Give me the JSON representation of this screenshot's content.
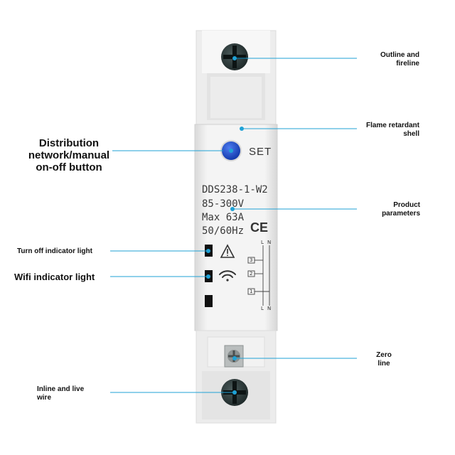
{
  "device": {
    "set_label": "SET",
    "model": "DDS238-1-W2",
    "voltage": "85-300V",
    "max_current": "Max 63A",
    "frequency": "50/60Hz",
    "mark": "CE",
    "terminal_numbers": [
      "3",
      "2",
      "1"
    ],
    "terminal_letters": [
      "L",
      "N",
      "L",
      "N"
    ]
  },
  "callouts": {
    "outline_fireline": [
      "Outline and",
      "fireline"
    ],
    "flame_shell": [
      "Flame retardant",
      "shell"
    ],
    "distribution_button": [
      "Distribution",
      "network/manual",
      "on-off button"
    ],
    "product_parameters": [
      "Product",
      "parameters"
    ],
    "turn_off_indicator": "Turn off indicator light",
    "wifi_indicator": "Wifi indicator light",
    "zero_line": [
      "Zero",
      "line"
    ],
    "inline_live_wire": [
      "Inline and live",
      "wire"
    ]
  },
  "colors": {
    "leader_line": "#1fa2d6",
    "set_button": "#1446c8",
    "housing": "#f1f1f1"
  },
  "icons": [
    "screw-icon",
    "warning-triangle-icon",
    "wifi-icon",
    "ce-mark-icon",
    "wiring-diagram-icon"
  ]
}
